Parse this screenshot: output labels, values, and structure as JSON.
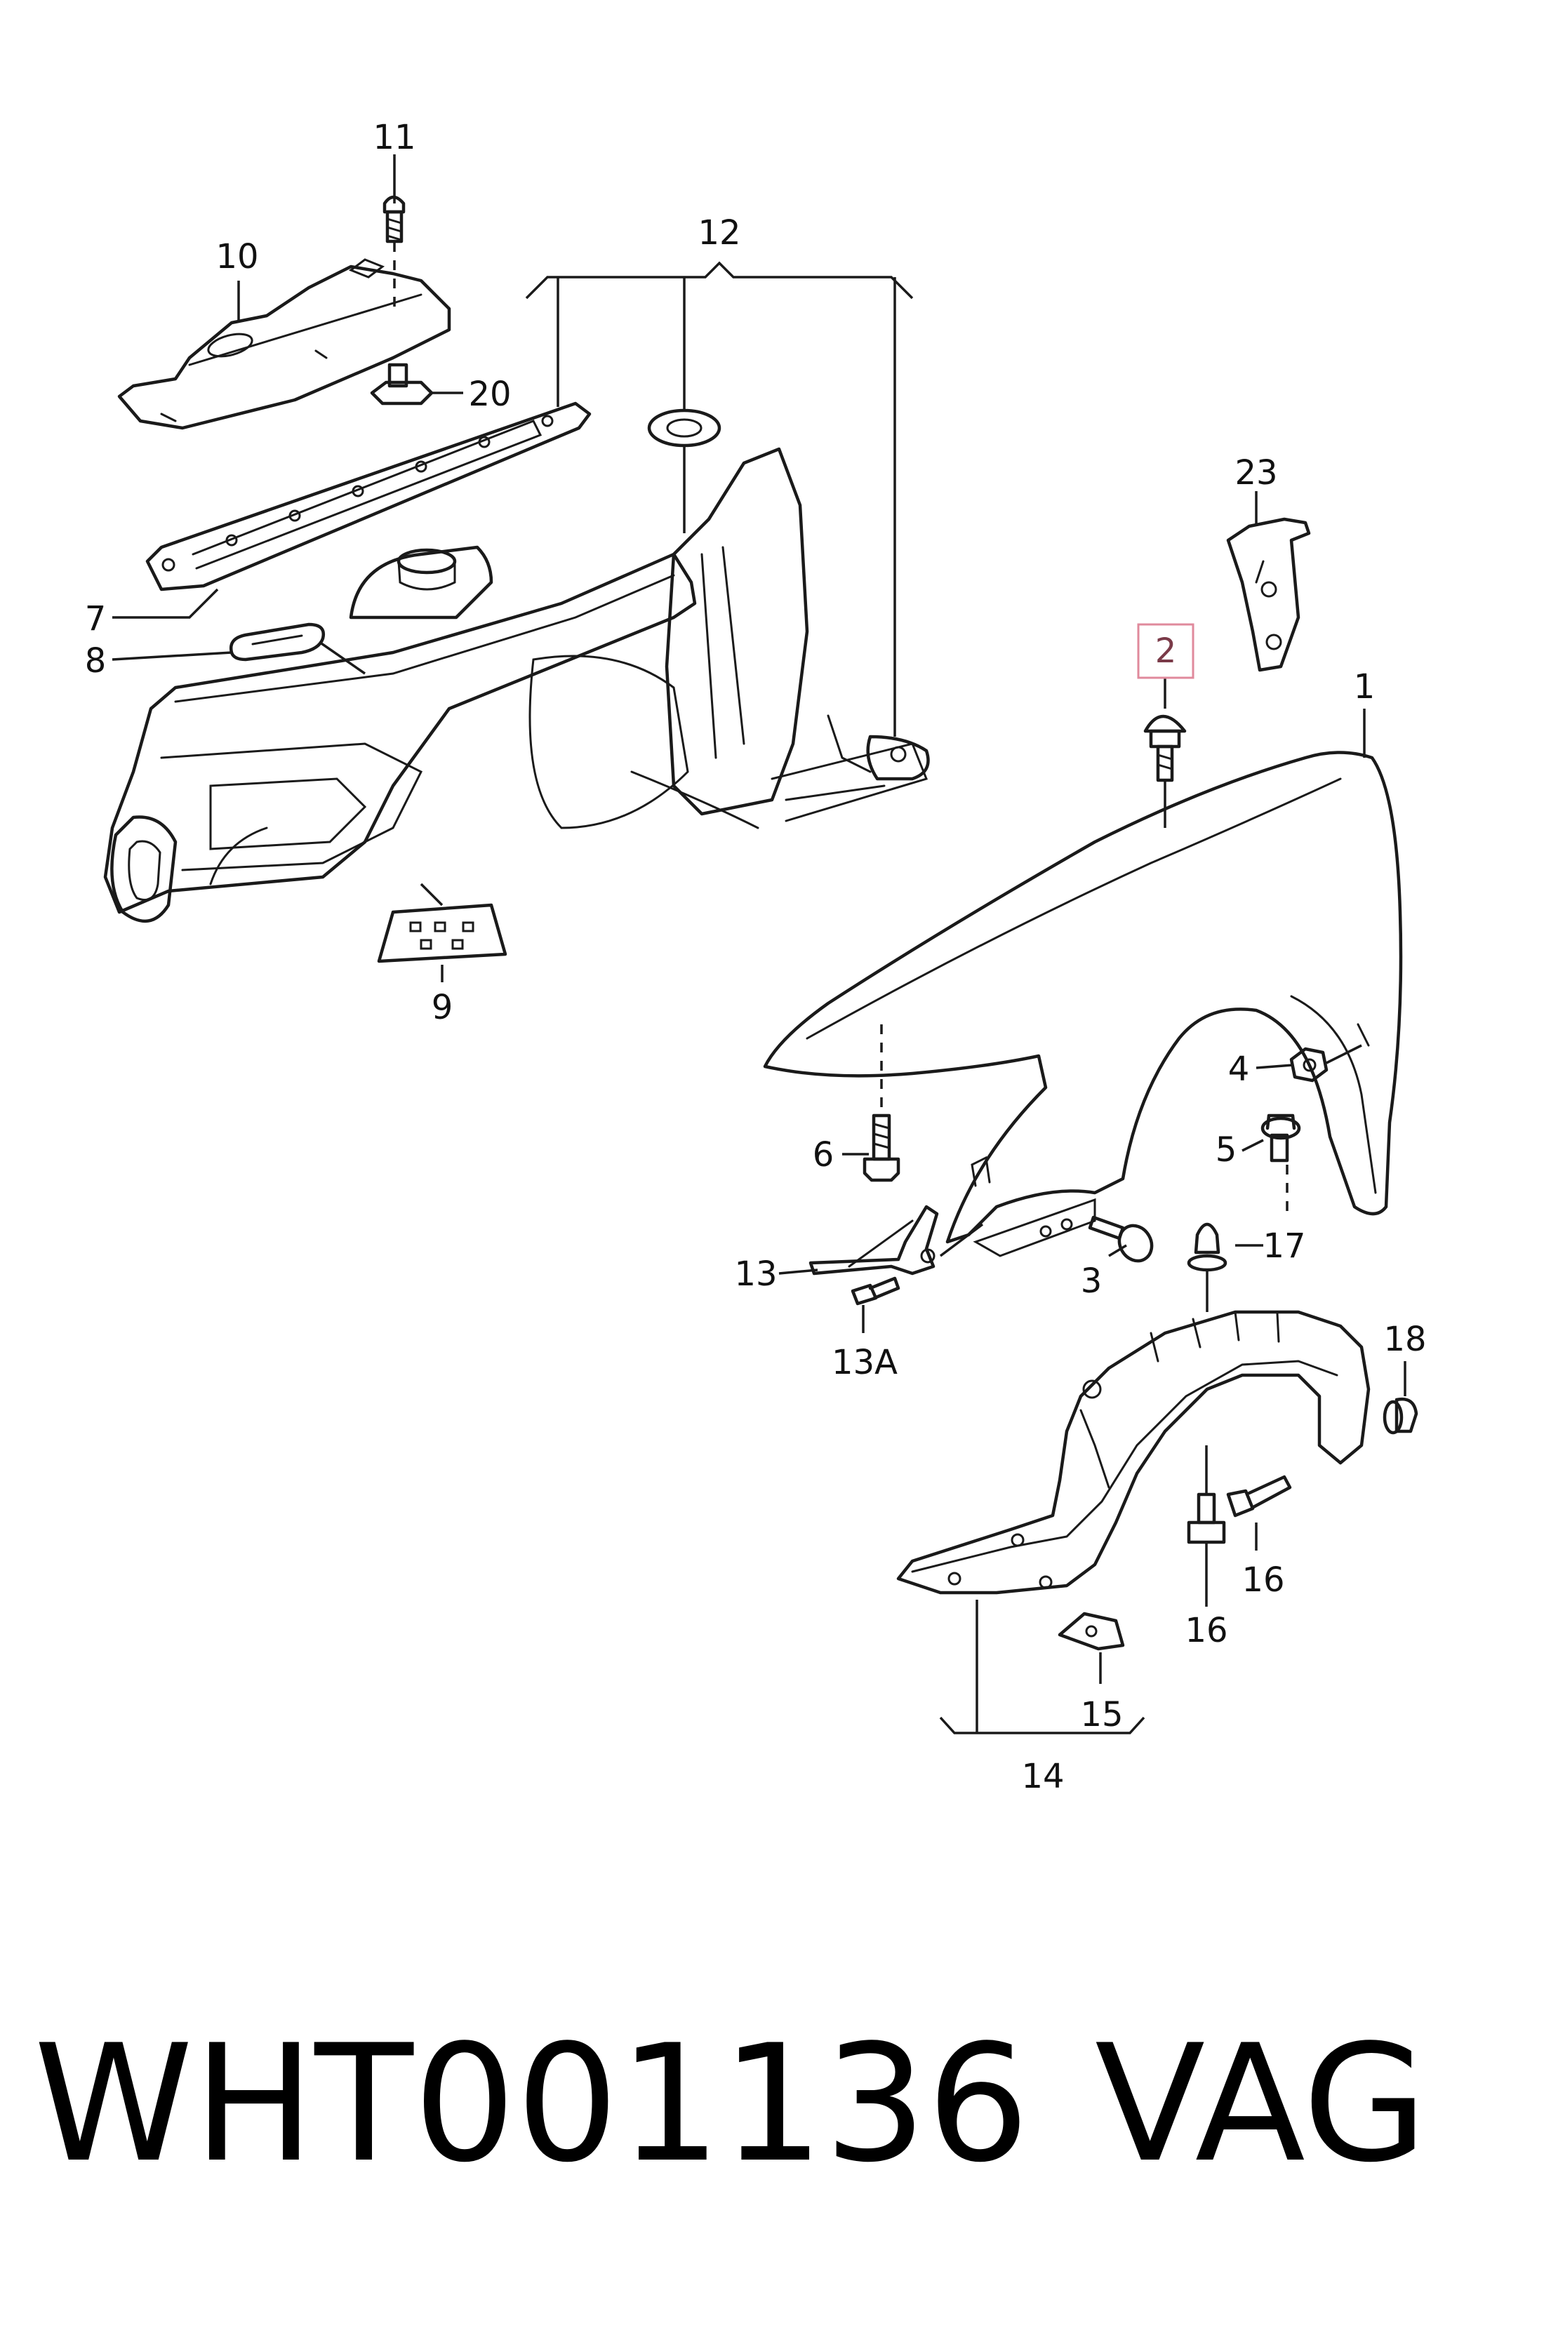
{
  "callouts": {
    "c1": "1",
    "c2": "2",
    "c3": "3",
    "c4": "4",
    "c5": "5",
    "c6": "6",
    "c7": "7",
    "c8": "8",
    "c9": "9",
    "c10": "10",
    "c11": "11",
    "c12": "12",
    "c13": "13",
    "c13a": "13A",
    "c14": "14",
    "c15": "15",
    "c16a": "16",
    "c16b": "16",
    "c17": "17",
    "c18": "18",
    "c20": "20",
    "c23": "23"
  },
  "highlight": {
    "callout": "2",
    "color": "#e08a9c"
  },
  "caption": {
    "part_number": "WHT001136",
    "brand": "VAG"
  }
}
